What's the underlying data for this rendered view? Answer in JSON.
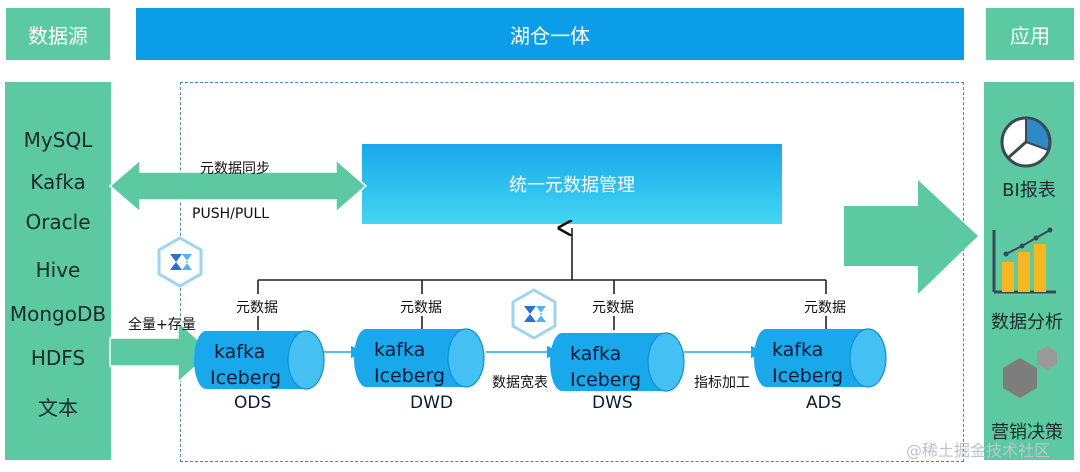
{
  "headers": {
    "source_title": "数据源",
    "lakehouse_title": "湖仓一体",
    "app_title": "应用"
  },
  "sources": [
    "MySQL",
    "Kafka",
    "Oracle",
    "Hive",
    "MongoDB",
    "HDFS",
    "文本"
  ],
  "sync": {
    "label_top": "元数据同步",
    "label_bottom": "PUSH/PULL"
  },
  "meta_management": "统一元数据管理",
  "ingest_label": "全量+存量",
  "metadata_label": "元数据",
  "layers": [
    {
      "line1": "kafka",
      "line2": "Iceberg",
      "name": "ODS"
    },
    {
      "line1": "kafka",
      "line2": "Iceberg",
      "name": "DWD"
    },
    {
      "line1": "kafka",
      "line2": "Iceberg",
      "name": "DWS"
    },
    {
      "line1": "kafka",
      "line2": "Iceberg",
      "name": "ADS"
    }
  ],
  "transforms": {
    "wide_table": "数据宽表",
    "indicator": "指标加工"
  },
  "apps": [
    {
      "label": "BI报表",
      "icon": "pie-chart-icon"
    },
    {
      "label": "数据分析",
      "icon": "bar-chart-icon"
    },
    {
      "label": "营销决策",
      "icon": "hexagon-cluster-icon"
    }
  ],
  "watermark": "@稀土掘金技术社区",
  "colors": {
    "green": "#5cc9a3",
    "blue": "#0b9de8",
    "cylinder": "#1aa8ec"
  }
}
